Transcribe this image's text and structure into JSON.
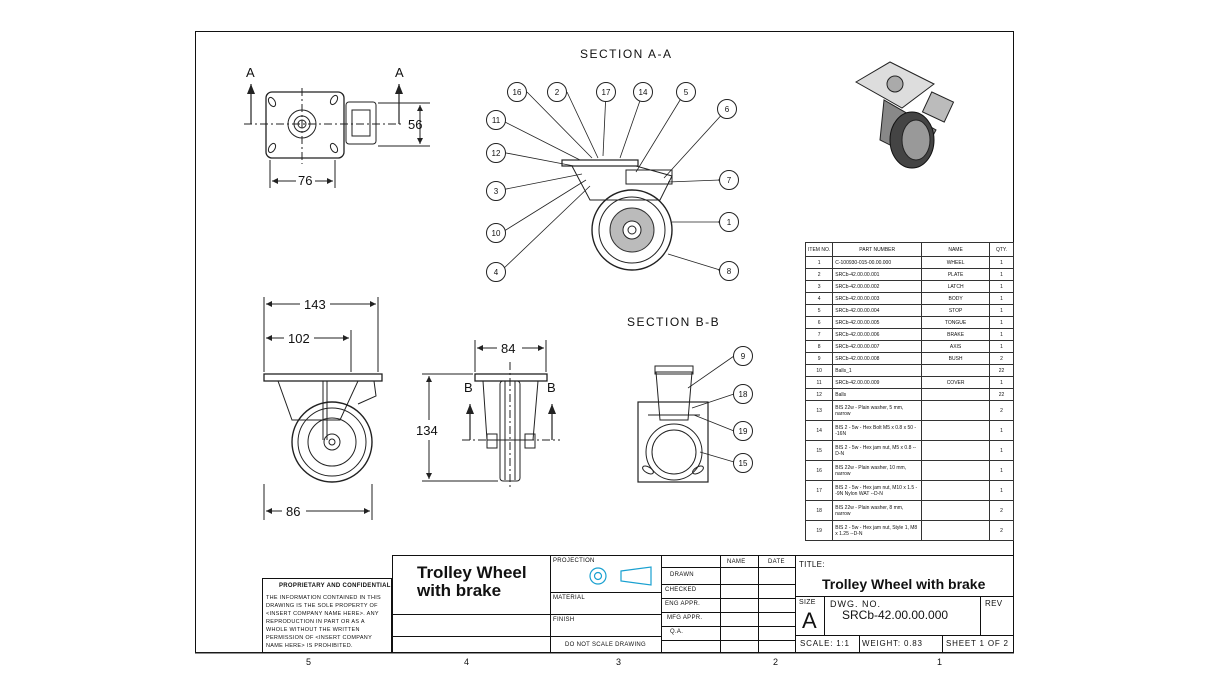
{
  "views": {
    "section_aa_title": "SECTION A-A",
    "section_bb_title": "SECTION B-B",
    "cut_a": "A",
    "cut_b": "B",
    "dims": {
      "top_width": "76",
      "top_depth": "56",
      "overall_width": "143",
      "mount_width": "102",
      "wheel_dia": "86",
      "front_width": "84",
      "height": "134"
    },
    "balloons_aa": [
      "16",
      "2",
      "17",
      "14",
      "5",
      "6",
      "11",
      "12",
      "3",
      "10",
      "4",
      "7",
      "1",
      "8"
    ],
    "balloons_bb": [
      "9",
      "18",
      "19",
      "15"
    ]
  },
  "bom": {
    "headers": [
      "ITEM NO.",
      "PART NUMBER",
      "NAME",
      "QTY."
    ],
    "rows": [
      [
        "1",
        "C-100930-015-00.00.000",
        "WHEEL",
        "1"
      ],
      [
        "2",
        "SRCb-42.00.00.001",
        "PLATE",
        "1"
      ],
      [
        "3",
        "SRCb-42.00.00.002",
        "LATCH",
        "1"
      ],
      [
        "4",
        "SRCb-42.00.00.003",
        "BODY",
        "1"
      ],
      [
        "5",
        "SRCb-42.00.00.004",
        "STOP",
        "1"
      ],
      [
        "6",
        "SRCb-42.00.00.005",
        "TONGUE",
        "1"
      ],
      [
        "7",
        "SRCb-42.00.00.006",
        "BRAKE",
        "1"
      ],
      [
        "8",
        "SRCb-42.00.00.007",
        "AXIS",
        "1"
      ],
      [
        "9",
        "SRCb-42.00.00.008",
        "BUSH",
        "2"
      ],
      [
        "10",
        "Balls_1",
        "",
        "22"
      ],
      [
        "11",
        "SRCb-42.00.00.009",
        "COVER",
        "1"
      ],
      [
        "12",
        "Balls",
        "",
        "22"
      ],
      [
        "13",
        "BIS 22w - Plain washer, 5 mm, narrow",
        "",
        "2"
      ],
      [
        "14",
        "BIS 2 - 5w - Hex Bolt M5 x 0.8 x 50 --16N",
        "",
        "1"
      ],
      [
        "15",
        "BIS 2 - 5w - Hex jam nut, M5 x 0.8 --D-N",
        "",
        "1"
      ],
      [
        "16",
        "BIS 22w - Plain washer, 10 mm, narrow",
        "",
        "1"
      ],
      [
        "17",
        "BIS 2 - 5w - Hex jam nut, M10 x 1.5 --9N Nylon WAT --D-N",
        "",
        "1"
      ],
      [
        "18",
        "BIS 22w - Plain washer, 8 mm, narrow",
        "",
        "2"
      ],
      [
        "19",
        "BIS 2 - 5w - Hex jam nut, Style 1, M8 x 1.25 --D-N",
        "",
        "2"
      ]
    ]
  },
  "title_block": {
    "proprietary_title": "PROPRIETARY AND CONFIDENTIAL",
    "proprietary_text": "THE INFORMATION CONTAINED IN THIS DRAWING IS THE SOLE PROPERTY OF <INSERT COMPANY NAME HERE>. ANY REPRODUCTION IN PART OR AS A WHOLE WITHOUT THE WRITTEN PERMISSION OF <INSERT COMPANY NAME HERE> IS PROHIBITED.",
    "drawing_name": "Trolley Wheel with brake",
    "projection_label": "PROJECTION",
    "material_label": "MATERIAL",
    "finish_label": "FINISH",
    "do_not_scale": "DO NOT SCALE DRAWING",
    "col_name": "NAME",
    "col_date": "DATE",
    "roles": [
      "DRAWN",
      "CHECKED",
      "ENG APPR.",
      "MFG APPR.",
      "Q.A."
    ],
    "title_label": "TITLE:",
    "title": "Trolley Wheel  with brake",
    "size_label": "SIZE",
    "size": "A",
    "dwg_no_label": "DWG.  NO.",
    "dwg_no": "SRCb-42.00.00.000",
    "rev_label": "REV",
    "scale": "SCALE: 1:1",
    "weight": "WEIGHT: 0.83",
    "sheet": "SHEET 1 OF 2"
  },
  "zones": [
    "5",
    "4",
    "3",
    "2",
    "1"
  ]
}
